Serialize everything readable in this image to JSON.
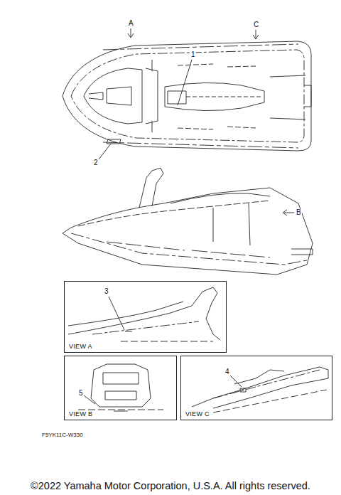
{
  "diagram": {
    "nodes": [
      {
        "text": [
          "VIEW A"
        ]
      },
      {
        "text": [
          "VIEW B"
        ]
      },
      {
        "text": [
          "VIEW C"
        ]
      }
    ],
    "labels": [
      "A",
      "C",
      "1",
      "2",
      "B",
      "3",
      "5",
      "4",
      "F5YK11C-W330",
      "©2022 Yamaha Motor Corporation, U.S.A. All rights reserved."
    ]
  }
}
